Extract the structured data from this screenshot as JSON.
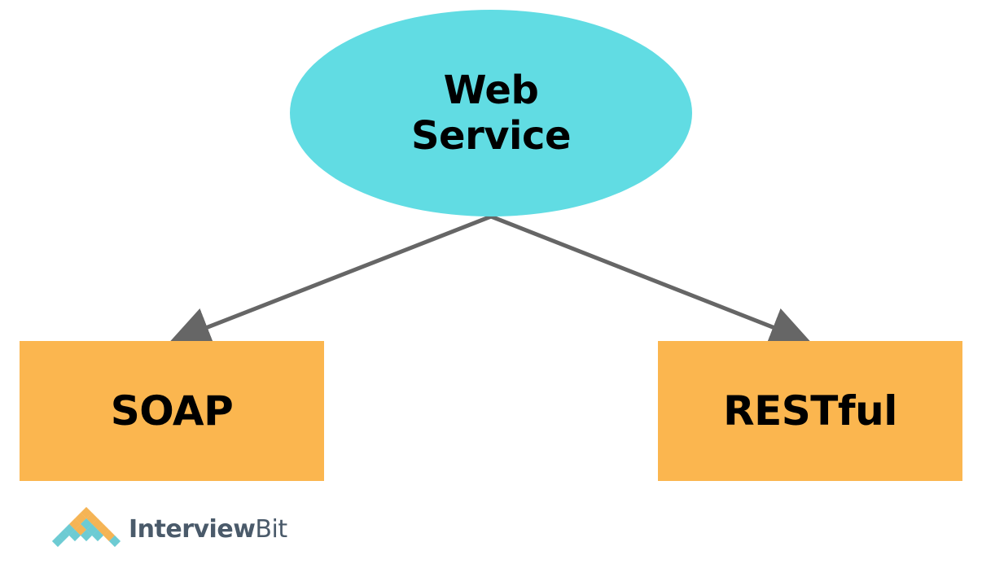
{
  "diagram": {
    "root": {
      "label": "Web\nService"
    },
    "children": [
      {
        "label": "SOAP"
      },
      {
        "label": "RESTful"
      }
    ]
  },
  "logo": {
    "part1": "Interview",
    "part2": "Bit"
  },
  "colors": {
    "root_fill": "#61DCE3",
    "box_fill": "#FBB64F",
    "arrow": "#666666",
    "logo_text": "#4a5a6a",
    "logo_orange": "#F5B455",
    "logo_teal": "#6DCBD3"
  }
}
